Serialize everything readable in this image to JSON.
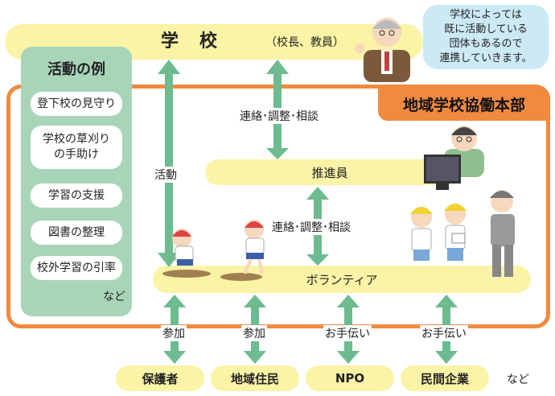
{
  "school": {
    "title": "学校",
    "subtitle": "（校長、教員）"
  },
  "bubble": {
    "line1": "学校によっては",
    "line2": "既に活動している",
    "line3": "団体もあるので",
    "line4": "連携していきます。"
  },
  "hq": {
    "title": "地域学校協働本部"
  },
  "activities": {
    "title": "活動の例",
    "items": [
      {
        "label": "登下校の見守り"
      },
      {
        "line1": "学校の草刈り",
        "line2": "の手助け"
      },
      {
        "label": "学習の支援"
      },
      {
        "label": "図書の整理"
      },
      {
        "label": "校外学習の引率"
      }
    ],
    "etc": "など"
  },
  "labels": {
    "renraku_top": "連絡･調整･相談",
    "renraku_mid": "連絡･調整･相談",
    "katsudo": "活動",
    "sanka1": "参加",
    "sanka2": "参加",
    "otetsudai1": "お手伝い",
    "otetsudai2": "お手伝い"
  },
  "suishin": {
    "label": "推進員"
  },
  "volunteer": {
    "label": "ボランティア"
  },
  "bottom": {
    "items": [
      "保護者",
      "地域住民",
      "NPO",
      "民間企業"
    ],
    "etc": "など"
  },
  "colors": {
    "yellow": "#fbf3a6",
    "green": "#a8d5b8",
    "arrow_green": "#6dbb8e",
    "orange": "#f08a3f",
    "blue": "#cce9f6"
  }
}
